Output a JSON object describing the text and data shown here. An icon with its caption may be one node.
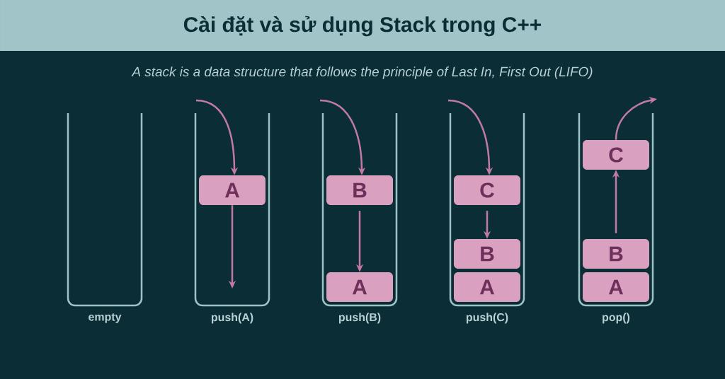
{
  "diagram": {
    "title": "Cài đặt và sử dụng Stack trong C++",
    "nodes": [
      {
        "text": [],
        "shape": "box",
        "beside": [
          "empty"
        ]
      },
      {
        "text": [],
        "shape": "box",
        "beside": [
          "push(A)"
        ]
      },
      {
        "text": [
          "A"
        ],
        "in": 1
      },
      {
        "text": [],
        "shape": "box",
        "beside": [
          "push(B)"
        ]
      },
      {
        "text": [
          "B"
        ],
        "in": 3
      },
      {
        "text": [
          "A"
        ],
        "in": 3
      },
      {
        "text": [],
        "shape": "box",
        "beside": [
          "push(C)"
        ]
      },
      {
        "text": [
          "C"
        ],
        "in": 6
      },
      {
        "text": [
          "B"
        ],
        "in": 6
      },
      {
        "text": [
          "A"
        ],
        "in": 6
      },
      {
        "text": [],
        "shape": "box",
        "beside": [
          "pop()"
        ]
      },
      {
        "text": [
          "C"
        ],
        "in": 10
      },
      {
        "text": [
          "B"
        ],
        "in": 10
      },
      {
        "text": [
          "A"
        ],
        "in": 10
      }
    ],
    "edges": [
      {
        "from": null,
        "to": 2,
        "arrow": "to"
      },
      {
        "from": 2,
        "to": null,
        "arrow": "to"
      },
      {
        "from": null,
        "to": 4,
        "arrow": "to"
      },
      {
        "from": 4,
        "to": 5,
        "arrow": "to"
      },
      {
        "from": null,
        "to": 7,
        "arrow": "to"
      },
      {
        "from": 7,
        "to": 8,
        "arrow": "to"
      },
      {
        "from": 12,
        "to": 11,
        "arrow": "to"
      },
      {
        "from": 11,
        "to": null,
        "arrow": "to"
      }
    ],
    "labels": [
      "A stack is a data structure that follows the principle of Last In, First Out (LIFO)"
    ]
  }
}
